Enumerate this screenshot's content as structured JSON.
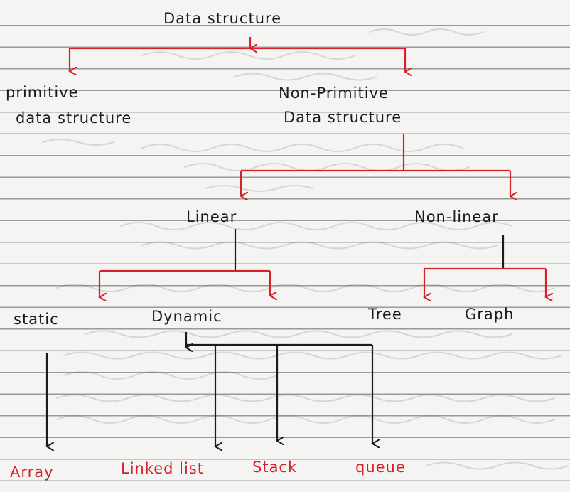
{
  "colors": {
    "ink": "#1b1b1b",
    "red": "#d8202b",
    "paper": "#f4f4f2",
    "rule": "#9a9a9a"
  },
  "root": {
    "label": "Data structure"
  },
  "primitive": {
    "line1": "primitive",
    "line2": "data structure"
  },
  "non_primitive": {
    "line1": "Non-Primitive",
    "line2": "Data structure"
  },
  "linear": {
    "label": "Linear"
  },
  "non_linear": {
    "label": "Non-linear"
  },
  "static": {
    "label": "static"
  },
  "dynamic": {
    "label": "Dynamic"
  },
  "tree": {
    "label": "Tree"
  },
  "graph": {
    "label": "Graph"
  },
  "leaves": {
    "array": "Array",
    "linked_list": "Linked list",
    "stack": "Stack",
    "queue": "queue"
  }
}
